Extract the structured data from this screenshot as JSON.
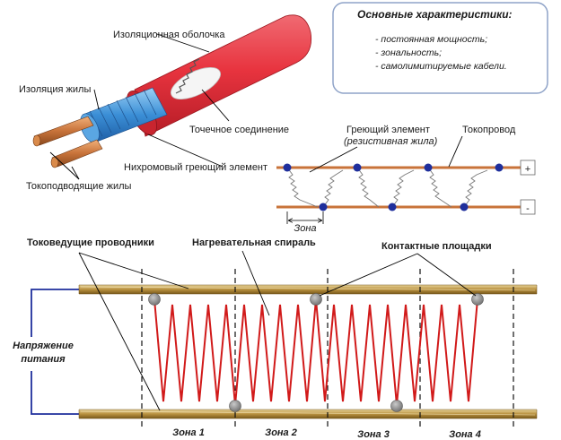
{
  "characteristics": {
    "title": "Основные характеристики:",
    "items": [
      "- постоянная мощность;",
      "- зональность;",
      "- самолимитируемые кабели."
    ]
  },
  "cable": {
    "insulation_sheath": "Изоляционная оболочка",
    "core_insulation": "Изоляция жилы",
    "point_connection": "Точечное соединение",
    "nichrome_element": "Нихромовый греющий элемент",
    "supply_wires": "Токоподводящие жилы"
  },
  "schematic": {
    "heating_element_line1": "Греющий элемент",
    "heating_element_line2": "(резистивная жила)",
    "conductor": "Токопровод",
    "zone": "Зона",
    "plus": "+",
    "minus": "-"
  },
  "bottom": {
    "conductors": "Токоведущие проводники",
    "spiral": "Нагревательная спираль",
    "pads": "Контактные площадки",
    "voltage_line1": "Напряжение",
    "voltage_line2": "питания",
    "zones": [
      "Зона 1",
      "Зона 2",
      "Зона 3",
      "Зона 4"
    ]
  },
  "colors": {
    "sheath_red": "#e8343f",
    "core_blue": "#3b8fd6",
    "copper": "#c8733a",
    "spiral_red": "#d11a1a",
    "node_blue": "#1f2f9c",
    "pad_gray": "#8a8a8a",
    "box_border": "#8fa3c8"
  }
}
